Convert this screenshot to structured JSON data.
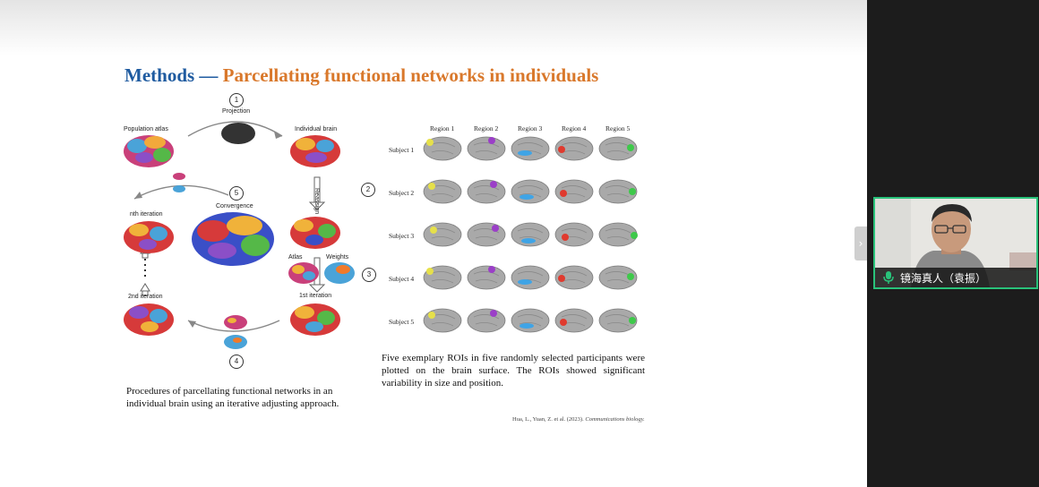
{
  "slide": {
    "title_part1": "Methods",
    "title_dash": " — ",
    "title_part2": "Parcellating functional networks in individuals",
    "left_figure": {
      "step1": "1",
      "projection": "Projection",
      "population_atlas": "Population atlas",
      "individual_brain": "Individual brain",
      "reassign": "Reassign",
      "step2": "2",
      "step5": "5",
      "convergence": "Convergence",
      "nth_iteration": "nth iteration",
      "atlas": "Atlas",
      "weights": "Weights",
      "step3": "3",
      "first_iteration": "1st iteration",
      "second_iteration": "2nd iteration",
      "step4": "4"
    },
    "left_caption_line1": "Procedures of parcellating functional networks in an",
    "left_caption_line2": "individual brain using an iterative adjusting approach.",
    "roi_grid": {
      "columns": [
        "Region 1",
        "Region 2",
        "Region 3",
        "Region 4",
        "Region 5"
      ],
      "rows": [
        "Subject 1",
        "Subject 2",
        "Subject 3",
        "Subject 4",
        "Subject 5"
      ],
      "region_colors": [
        "#e6e04a",
        "#9b3fc8",
        "#3fa4e6",
        "#e03a2e",
        "#3ec94a"
      ]
    },
    "right_caption": "Five exemplary ROIs in five randomly selected participants were plotted on the brain surface. The ROIs showed significant variability in size and position.",
    "citation_text": "Hua, L., Yuan, Z. et al. (2023). ",
    "citation_journal": "Communications biology."
  },
  "meeting": {
    "participant_name": "镜海真人（袁振）",
    "collapse_glyph": "›"
  },
  "colors": {
    "title_blue": "#1f5ba0",
    "title_orange": "#d9782b",
    "active_speaker_border": "#29c27a"
  }
}
